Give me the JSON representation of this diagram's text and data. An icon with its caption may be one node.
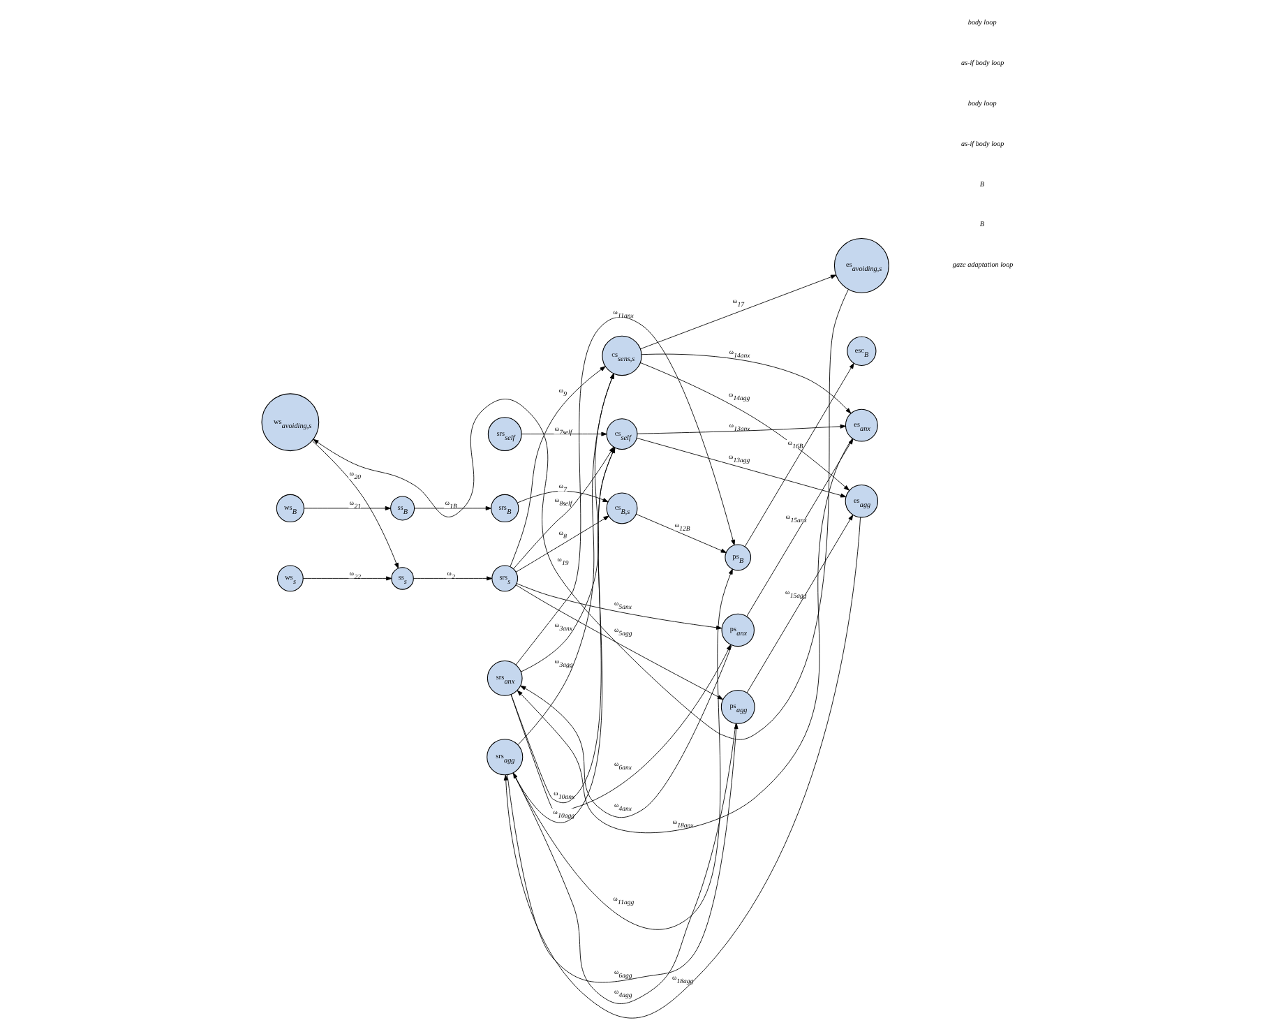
{
  "diagram": {
    "nodes": [
      {
        "text": [
          "ws$_{avoiding,s}$"
        ]
      },
      {
        "text": [
          "ws$_{B}$"
        ]
      },
      {
        "text": [
          "ws$_{s}$"
        ]
      },
      {
        "text": [
          "ss$_{B}$"
        ]
      },
      {
        "text": [
          "ss$_{s}$"
        ]
      },
      {
        "text": [
          "srs$_{self}$"
        ]
      },
      {
        "text": [
          "srs$_{B}$"
        ]
      },
      {
        "text": [
          "srs$_{s}$"
        ]
      },
      {
        "text": [
          "srs$_{anx}$"
        ]
      },
      {
        "text": [
          "srs$_{agg}$"
        ]
      },
      {
        "text": [
          "cs$_{sens,s}$"
        ]
      },
      {
        "text": [
          "cs$_{self}$"
        ]
      },
      {
        "text": [
          "cs$_{B,s}$"
        ]
      },
      {
        "text": [
          "ps$_{B}$"
        ]
      },
      {
        "text": [
          "ps$_{anx}$"
        ]
      },
      {
        "text": [
          "ps$_{agg}$"
        ]
      },
      {
        "text": [
          "es$_{avoiding,s}$"
        ]
      },
      {
        "text": [
          "esc$_{B}$"
        ]
      },
      {
        "text": [
          "es$_{anx}$"
        ]
      },
      {
        "text": [
          "es$_{agg}$"
        ]
      }
    ],
    "edges": [
      {
        "from": 1,
        "to": 3,
        "arrow": "to",
        "label": "ω$_{21}$"
      },
      {
        "from": 2,
        "to": 4,
        "arrow": "to",
        "label": "ω$_{22}$"
      },
      {
        "from": 0,
        "to": 4,
        "arrow": "to",
        "label": "ω$_{20}$"
      },
      {
        "from": 3,
        "to": 6,
        "arrow": "to",
        "label": "ω$_{1B}$"
      },
      {
        "from": 4,
        "to": 7,
        "arrow": "to",
        "label": "ω$_{2}$"
      },
      {
        "from": 5,
        "to": 11,
        "arrow": "to",
        "label": "ω$_{7self}$"
      },
      {
        "from": 6,
        "to": 12,
        "arrow": "to",
        "label": "ω$_{7}$"
      },
      {
        "from": 7,
        "to": 10,
        "arrow": "to",
        "label": "ω$_{9}$"
      },
      {
        "from": 7,
        "to": 11,
        "arrow": "to",
        "label": "ω$_{8self}$"
      },
      {
        "from": 7,
        "to": 12,
        "arrow": "to",
        "label": "ω$_{8}$"
      },
      {
        "from": 7,
        "to": 14,
        "arrow": "to",
        "label": "ω$_{5anx}$"
      },
      {
        "from": 7,
        "to": 15,
        "arrow": "to",
        "label": "ω$_{5agg}$"
      },
      {
        "from": 8,
        "to": 10,
        "arrow": "to",
        "label": "ω$_{3anx}$"
      },
      {
        "from": 9,
        "to": 10,
        "arrow": "to",
        "label": "ω$_{3agg}$"
      },
      {
        "from": 8,
        "to": 11,
        "arrow": "to",
        "label": "ω$_{10anx}$"
      },
      {
        "from": 9,
        "to": 11,
        "arrow": "to",
        "label": "ω$_{10agg}$"
      },
      {
        "from": 8,
        "to": 13,
        "arrow": "to",
        "label": "ω$_{11anx}$"
      },
      {
        "from": 9,
        "to": 13,
        "arrow": "to",
        "label": "ω$_{11agg}$"
      },
      {
        "from": 8,
        "to": 14,
        "arrow": "to",
        "label": "ω$_{6anx}$"
      },
      {
        "from": 9,
        "to": 15,
        "arrow": "to",
        "label": "ω$_{6agg}$"
      },
      {
        "from": 12,
        "to": 13,
        "arrow": "to",
        "label": "ω$_{12B}$"
      },
      {
        "from": 10,
        "to": 16,
        "arrow": "to",
        "label": "ω$_{17}$"
      },
      {
        "from": 10,
        "to": 18,
        "arrow": "to",
        "label": "ω$_{14anx}$"
      },
      {
        "from": 10,
        "to": 19,
        "arrow": "to",
        "label": "ω$_{14agg}$"
      },
      {
        "from": 11,
        "to": 18,
        "arrow": "to",
        "label": "ω$_{13anx}$"
      },
      {
        "from": 11,
        "to": 19,
        "arrow": "to",
        "label": "ω$_{13agg}$"
      },
      {
        "from": 13,
        "to": 17,
        "arrow": "to",
        "label": "ω$_{16B}$"
      },
      {
        "from": 14,
        "to": 18,
        "arrow": "to",
        "label": "ω$_{15anx}$"
      },
      {
        "from": 15,
        "to": 19,
        "arrow": "to",
        "label": "ω$_{15agg}$"
      },
      {
        "from": 14,
        "to": 8,
        "arrow": "to",
        "label": "ω$_{4anx}$"
      },
      {
        "from": 18,
        "to": 8,
        "arrow": "to",
        "label": "ω$_{18anx}$"
      },
      {
        "from": 15,
        "to": 9,
        "arrow": "to",
        "label": "ω$_{4agg}$"
      },
      {
        "from": 19,
        "to": 9,
        "arrow": "to",
        "label": "ω$_{18agg}$"
      },
      {
        "from": 16,
        "to": 0,
        "arrow": "to",
        "label": "ω$_{19}$"
      }
    ],
    "labels": [
      "gaze adaptation loop",
      "B",
      "B",
      "as-if body loop",
      "body loop",
      "as-if body loop",
      "body loop"
    ]
  }
}
